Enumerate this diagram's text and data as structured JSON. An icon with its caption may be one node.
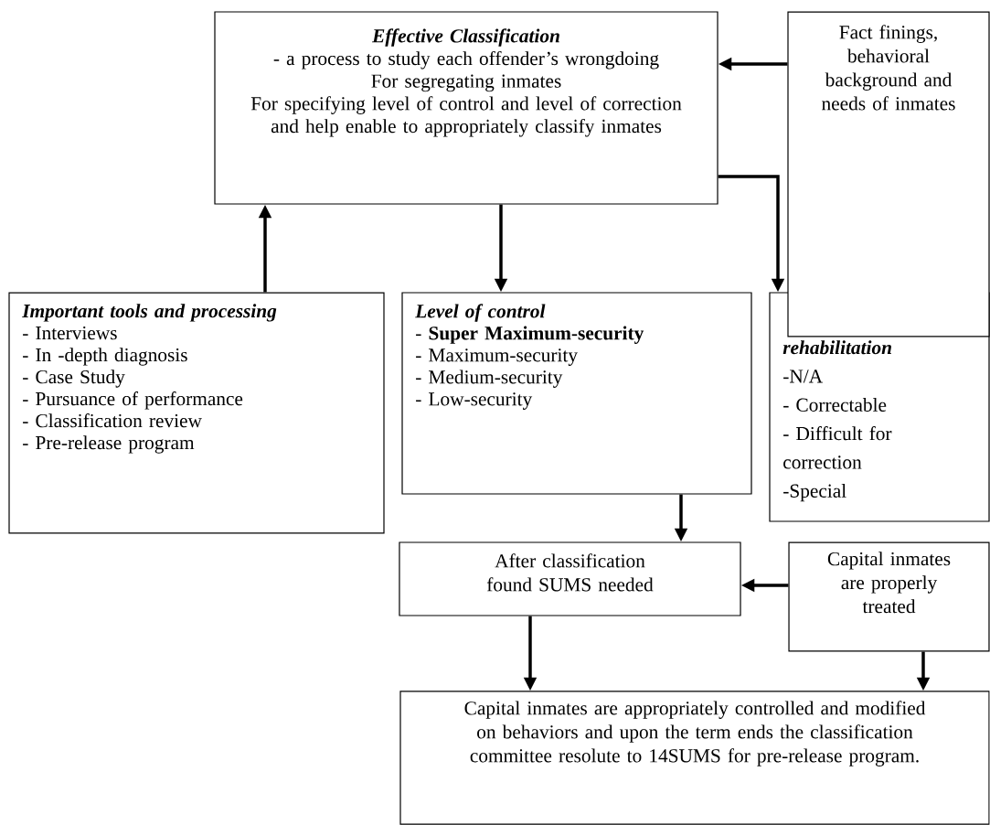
{
  "diagram": {
    "nodes": [
      {
        "text": [
          "Effective Classification",
          "- a process to study each offender’s wrongdoing",
          "For segregating inmates",
          "For specifying level of control and level of correction and help enable to appropriately classify inmates"
        ]
      },
      {
        "text": [
          "Fact finings, behavioral background and needs of inmates"
        ]
      },
      {
        "text": [
          "Important tools and processing",
          "- Interviews",
          "- In -depth diagnosis",
          "- Case Study",
          "- Pursuance of performance",
          "- Classification review",
          "- Pre-release program"
        ]
      },
      {
        "text": [
          "Level of control",
          "- **Super Maximum-security**",
          "- Maximum-security",
          "- Medium-security",
          "- Low-security"
        ]
      },
      {
        "text": [
          "rehabilitation",
          "-N/A",
          "- Correctable",
          "- Difficult for correction",
          "-Special"
        ]
      },
      {
        "text": [
          "After classification found SUMS needed"
        ]
      },
      {
        "text": [
          "Capital inmates are properly treated"
        ]
      },
      {
        "text": [
          "Capital inmates are appropriately controlled and modified on behaviors and upon the term ends the classification committee resolute to 14SUMS for pre-release program."
        ]
      }
    ],
    "edges": [
      {
        "from": 1,
        "to": 0,
        "arrow": "to"
      },
      {
        "from": 2,
        "to": 0,
        "arrow": "to"
      },
      {
        "from": 0,
        "to": 3,
        "arrow": "to"
      },
      {
        "from": 0,
        "to": 4,
        "arrow": "to"
      },
      {
        "from": 3,
        "to": 5,
        "arrow": "to"
      },
      {
        "from": 6,
        "to": 5,
        "arrow": "to"
      },
      {
        "from": 5,
        "to": 7,
        "arrow": "to"
      },
      {
        "from": 6,
        "to": 7,
        "arrow": "to"
      }
    ]
  }
}
